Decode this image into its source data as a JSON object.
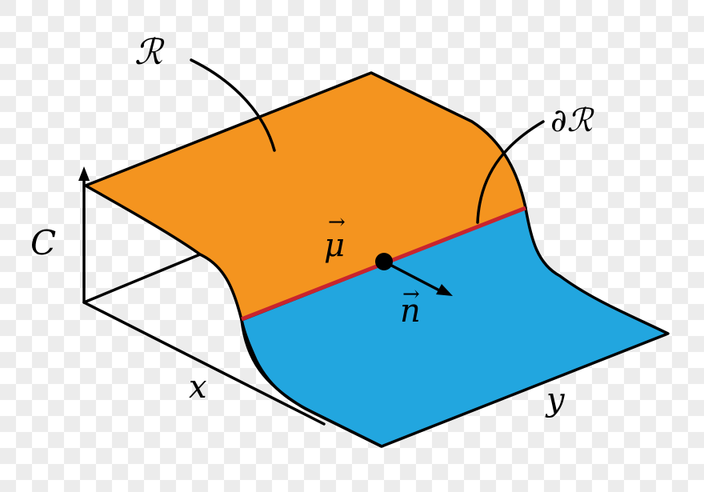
{
  "diagram": {
    "title": "",
    "labels": {
      "region": "ℛ",
      "boundary": "∂ℛ",
      "c_axis": "C",
      "x_axis": "x",
      "y_axis": "y",
      "mu_vector": "μ",
      "n_vector": "n",
      "vector_arrow": "→"
    },
    "colors": {
      "region_fill": "#F4941F",
      "outside_fill": "#22A6DF",
      "boundary_line": "#C8242E",
      "stroke": "#000000"
    },
    "elements": [
      {
        "id": "region-R",
        "description": "orange upper plateau surface"
      },
      {
        "id": "outside-region",
        "description": "blue lower plateau surface"
      },
      {
        "id": "boundary",
        "description": "red line separating regions"
      },
      {
        "id": "point-mu",
        "description": "black point on boundary"
      },
      {
        "id": "normal-n",
        "description": "normal vector arrow"
      }
    ]
  }
}
